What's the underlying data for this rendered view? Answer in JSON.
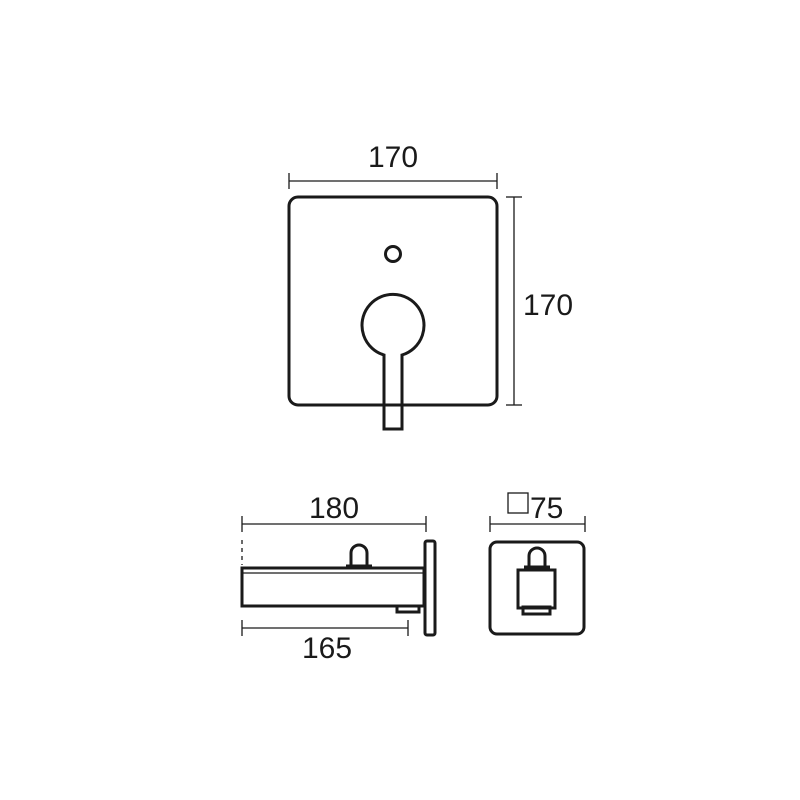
{
  "front_view": {
    "width_label": "170",
    "height_label": "170"
  },
  "side_view": {
    "overall_label": "180",
    "spout_label": "165"
  },
  "spout_end_view": {
    "section_label": "75"
  },
  "colors": {
    "line": "#1a1a1a",
    "background": "#ffffff"
  }
}
